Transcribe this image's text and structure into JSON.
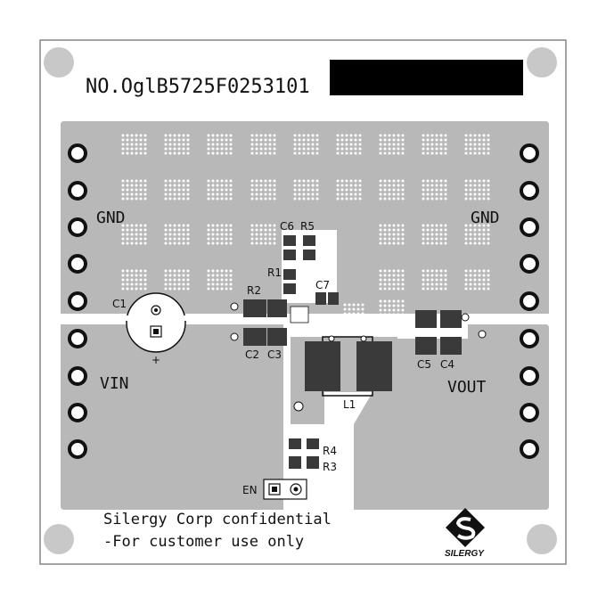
{
  "board": {
    "part_number": "NO.OglB5725F0253101",
    "confidential_line1": "Silergy Corp confidential",
    "confidential_line2": "-For customer use only",
    "logo_text": "SILERGY"
  },
  "nets": {
    "gnd_left": "GND",
    "gnd_right": "GND",
    "vin": "VIN",
    "vout": "VOUT",
    "en": "EN"
  },
  "components": {
    "c1": "C1",
    "c1_polarity": "+",
    "c2": "C2",
    "c3": "C3",
    "c4": "C4",
    "c5": "C5",
    "c6": "C6",
    "c7": "C7",
    "r1": "R1",
    "r2": "R2",
    "r3": "R3",
    "r4": "R4",
    "r5": "R5",
    "l1": "L1"
  },
  "colors": {
    "board_bg": "#ffffff",
    "copper_gray": "#b8b8b8",
    "pad_dark": "#3a3a3a",
    "mounting_hole": "#c8c8c8",
    "silkscreen": "#111111",
    "redaction": "#000000"
  }
}
